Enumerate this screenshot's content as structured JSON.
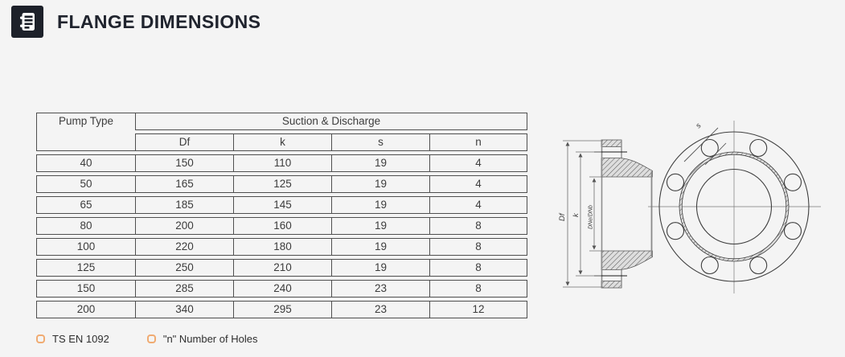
{
  "header": {
    "title": "FLANGE DIMENSIONS",
    "icon": "catalog-document-icon"
  },
  "table": {
    "pump_type_header": "Pump Type",
    "group_header": "Suction & Discharge",
    "columns": [
      "Df",
      "k",
      "s",
      "n"
    ],
    "rows": [
      [
        "40",
        "150",
        "110",
        "19",
        "4"
      ],
      [
        "50",
        "165",
        "125",
        "19",
        "4"
      ],
      [
        "65",
        "185",
        "145",
        "19",
        "4"
      ],
      [
        "80",
        "200",
        "160",
        "19",
        "8"
      ],
      [
        "100",
        "220",
        "180",
        "19",
        "8"
      ],
      [
        "125",
        "250",
        "210",
        "19",
        "8"
      ],
      [
        "150",
        "285",
        "240",
        "23",
        "8"
      ],
      [
        "200",
        "340",
        "295",
        "23",
        "12"
      ]
    ]
  },
  "drawing": {
    "dim_df": "Df",
    "dim_k": "k",
    "dim_dn": "DNe/DNb",
    "dim_s": "s",
    "hole_count": 8
  },
  "notes": [
    {
      "label": "TS EN 1092"
    },
    {
      "label": "\"n\" Number of Holes"
    }
  ],
  "colors": {
    "accent": "#f0ab72",
    "ink": "#3c3c3c",
    "title_ink": "#20242e",
    "background": "#f4f4f4",
    "line": "#4f4f4f"
  }
}
